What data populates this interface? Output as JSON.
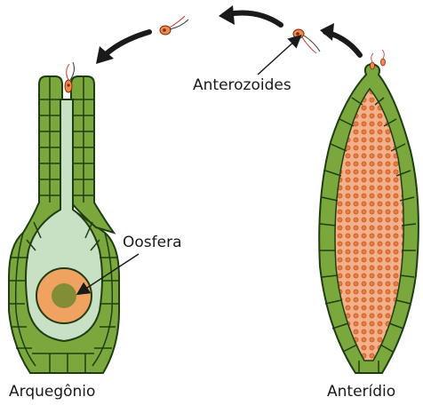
{
  "labels": {
    "anterozoides": "Anterozoides",
    "oosfera": "Oosfera",
    "arquegonio": "Arquegônio",
    "anteridio": "Anterídio"
  },
  "colors": {
    "cell_fill": "#7aa83c",
    "cell_stroke": "#1f3d12",
    "canal_fill": "#c8e0c3",
    "egg_fill": "#f0a360",
    "sperm_fill": "#f08a4c",
    "antheridium_interior": "#f3b08a",
    "arrow": "#1a1a1a"
  },
  "icons": {
    "sperm": "biflagellate-sperm-icon",
    "arrow": "curved-arrow-icon"
  }
}
